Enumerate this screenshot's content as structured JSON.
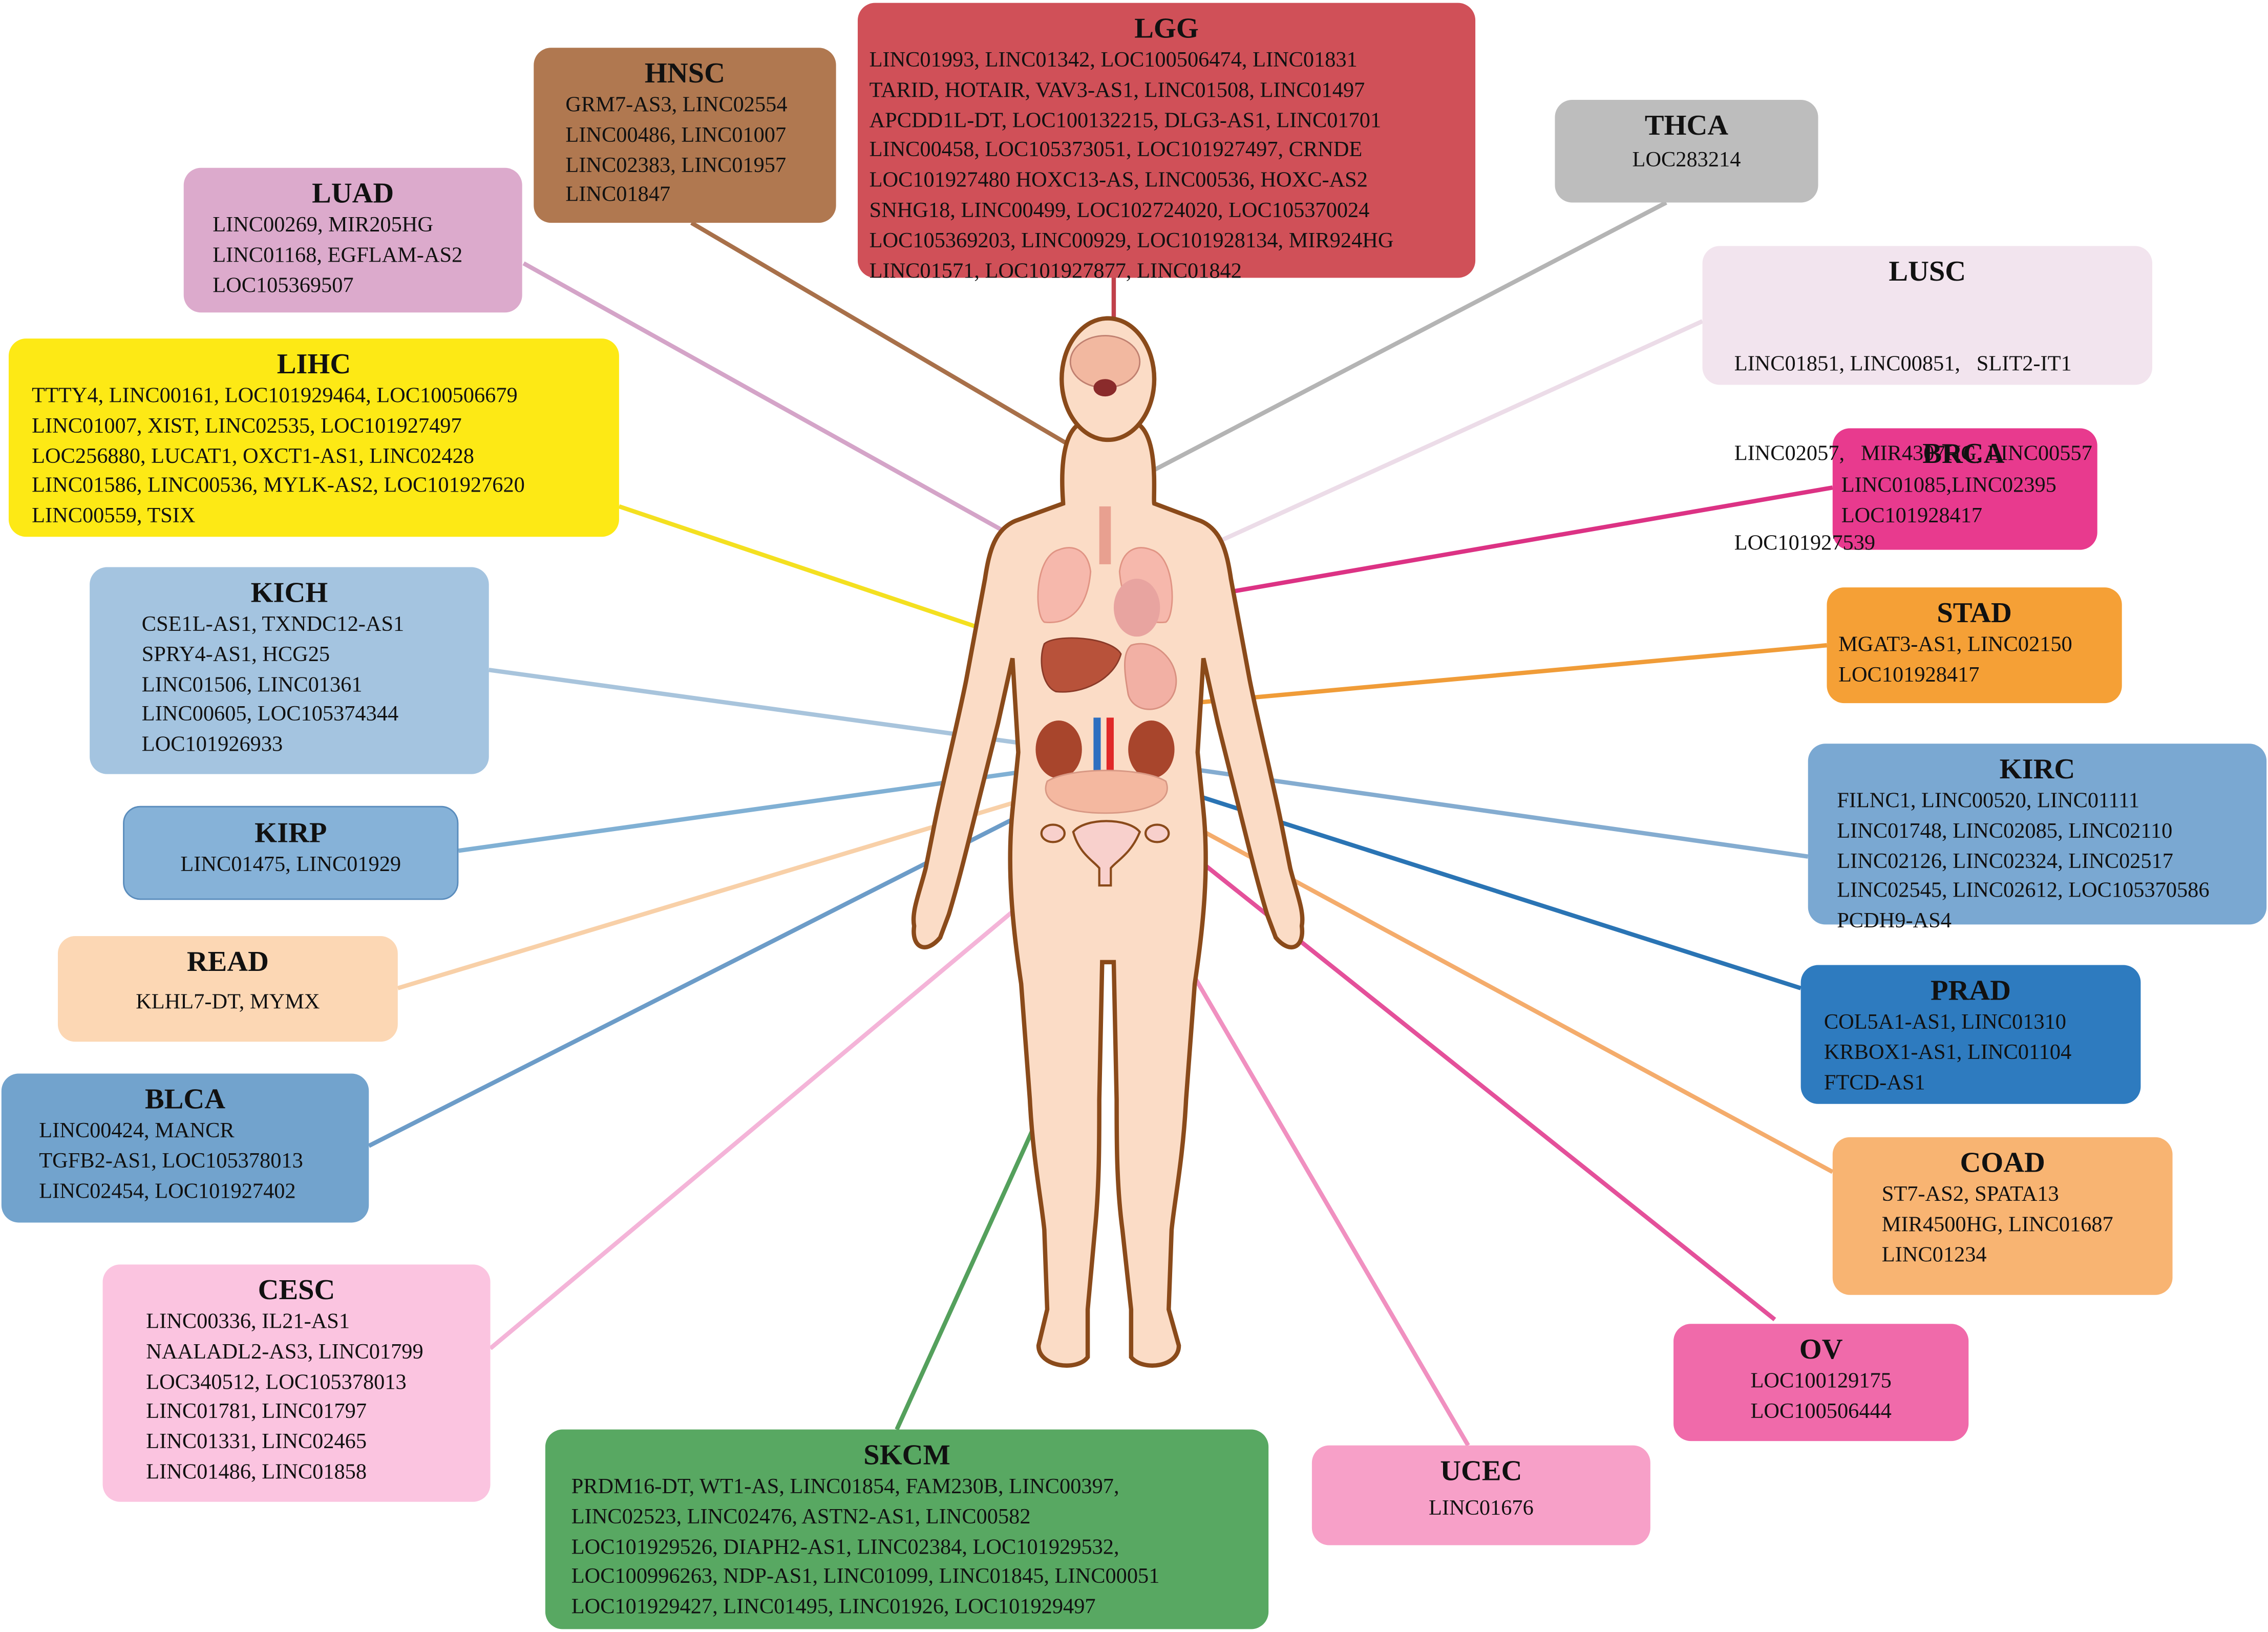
{
  "cancers": [
    {
      "id": "LGG",
      "title": "LGG",
      "color": "#d05058",
      "line_color": "#c0404a",
      "genes": [
        "LINC01993, LINC01342, LOC100506474, LINC01831",
        "TARID, HOTAIR, VAV3-AS1, LINC01508, LINC01497",
        "APCDD1L-DT, LOC100132215, DLG3-AS1, LINC01701",
        "LINC00458, LOC105373051, LOC101927497, CRNDE",
        "LOC101927480 HOXC13-AS, LINC00536, HOXC-AS2",
        "SNHG18, LINC00499, LOC102724020, LOC105370024",
        "LOC105369203, LINC00929, LOC101928134, MIR924HG",
        "LINC01571, LOC101927877, LINC01842"
      ]
    },
    {
      "id": "HNSC",
      "title": "HNSC",
      "color": "#b07850",
      "line_color": "#a8704a",
      "genes": [
        "GRM7-AS3, LINC02554",
        "LINC00486, LINC01007",
        "LINC02383, LINC01957",
        "LINC01847"
      ]
    },
    {
      "id": "LUAD",
      "title": "LUAD",
      "color": "#dcaacc",
      "line_color": "#d4a4c8",
      "genes": [
        "LINC00269, MIR205HG",
        "LINC01168, EGFLAM-AS2",
        "LOC105369507"
      ]
    },
    {
      "id": "LIHC",
      "title": "LIHC",
      "color": "#fde915",
      "line_color": "#f4e020",
      "genes": [
        "TTTY4, LINC00161, LOC101929464, LOC100506679",
        "LINC01007, XIST, LINC02535, LOC101927497",
        "LOC256880, LUCAT1, OXCT1-AS1, LINC02428",
        "LINC01586, LINC00536, MYLK-AS2, LOC101927620",
        "LINC00559, TSIX"
      ]
    },
    {
      "id": "KICH",
      "title": "KICH",
      "color": "#a4c4e0",
      "line_color": "#a8c4dc",
      "genes": [
        "CSE1L-AS1, TXNDC12-AS1",
        "SPRY4-AS1, HCG25",
        "LINC01506, LINC01361",
        "LINC00605, LOC105374344",
        "LOC101926933"
      ]
    },
    {
      "id": "KIRP",
      "title": "KIRP",
      "color": "#86b2d8",
      "line_color": "#80b0d4",
      "genes": [
        "LINC01475, LINC01929"
      ]
    },
    {
      "id": "READ",
      "title": "READ",
      "color": "#fcd7b4",
      "line_color": "#f8d0a8",
      "genes": [
        "KLHL7-DT, MYMX"
      ]
    },
    {
      "id": "BLCA",
      "title": "BLCA",
      "color": "#72a3cd",
      "line_color": "#6c9cc8",
      "genes": [
        "LINC00424, MANCR",
        "TGFB2-AS1, LOC105378013",
        "LINC02454, LOC101927402"
      ]
    },
    {
      "id": "CESC",
      "title": "CESC",
      "color": "#fbc4e0",
      "line_color": "#f4b4d8",
      "genes": [
        "LINC00336, IL21-AS1",
        "NAALADL2-AS3, LINC01799",
        "LOC340512, LOC105378013",
        "LINC01781, LINC01797",
        "LINC01331, LINC02465",
        "LINC01486, LINC01858"
      ]
    },
    {
      "id": "SKCM",
      "title": "SKCM",
      "color": "#58a862",
      "line_color": "#54a05c",
      "genes": [
        "PRDM16-DT, WT1-AS, LINC01854, FAM230B, LINC00397,",
        "LINC02523, LINC02476, ASTN2-AS1, LINC00582",
        "LOC101929526, DIAPH2-AS1, LINC02384, LOC101929532,",
        "LOC100996263, NDP-AS1, LINC01099, LINC01845, LINC00051",
        "LOC101929427, LINC01495, LINC01926, LOC101929497"
      ]
    },
    {
      "id": "UCEC",
      "title": "UCEC",
      "color": "#f7a0c8",
      "line_color": "#f090c0",
      "genes": [
        "LINC01676"
      ]
    },
    {
      "id": "OV",
      "title": "OV",
      "color": "#f06aaa",
      "line_color": "#e4509a",
      "genes": [
        "LOC100129175",
        "LOC100506444"
      ]
    },
    {
      "id": "COAD",
      "title": "COAD",
      "color": "#f8b472",
      "line_color": "#f4ac6c",
      "genes": [
        "ST7-AS2, SPATA13",
        "MIR4500HG, LINC01687",
        "LINC01234"
      ]
    },
    {
      "id": "PRAD",
      "title": "PRAD",
      "color": "#2e7bbf",
      "line_color": "#2a74b4",
      "genes": [
        "COL5A1-AS1, LINC01310",
        "KRBOX1-AS1, LINC01104",
        "FTCD-AS1"
      ]
    },
    {
      "id": "KIRC",
      "title": "KIRC",
      "color": "#7aa8d2",
      "line_color": "#84acd0",
      "genes": [
        "FILNC1, LINC00520, LINC01111",
        "LINC01748, LINC02085, LINC02110",
        "LINC02126, LINC02324, LINC02517",
        "LINC02545, LINC02612, LOC105370586",
        "PCDH9-AS4"
      ]
    },
    {
      "id": "STAD",
      "title": "STAD",
      "color": "#f5a036",
      "line_color": "#f09c38",
      "genes": [
        "MGAT3-AS1, LINC02150",
        "LOC101928417"
      ]
    },
    {
      "id": "BRCA",
      "title": "BRCA",
      "color": "#e83a8e",
      "line_color": "#dc3284",
      "genes": [
        "LINC01085,LINC02395",
        "LOC101928417"
      ]
    },
    {
      "id": "LUSC",
      "title": "LUSC",
      "color": "#f2e4ee",
      "line_color": "#ecdce8",
      "genes": [
        "LINC01851, LINC00851,   SLIT2-IT1",
        "LINC02057,   MIR4307HG, LINC00557",
        "LOC101927539"
      ]
    },
    {
      "id": "THCA",
      "title": "THCA",
      "color": "#bdbdbd",
      "line_color": "#b4b4b4",
      "genes": [
        "LOC283214"
      ]
    }
  ]
}
